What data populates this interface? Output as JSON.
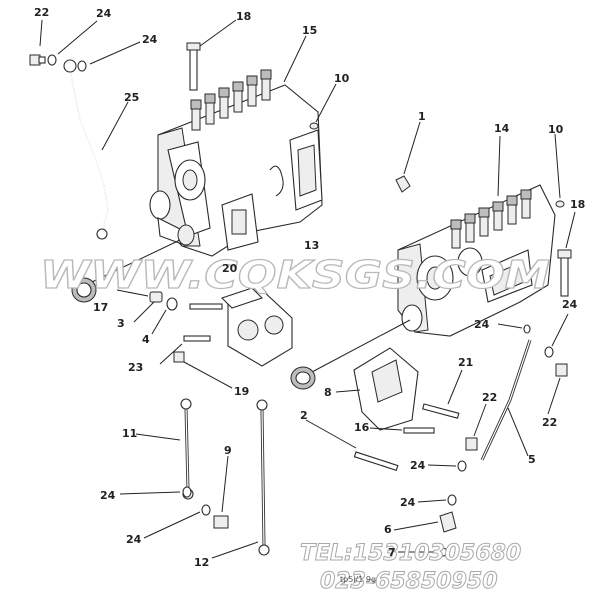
{
  "labels": [
    {
      "id": "p22a",
      "text": "22"
    },
    {
      "id": "p24a",
      "text": "24"
    },
    {
      "id": "p24b",
      "text": "24"
    },
    {
      "id": "p25",
      "text": "25"
    },
    {
      "id": "p18a",
      "text": "18"
    },
    {
      "id": "p15",
      "text": "15"
    },
    {
      "id": "p10a",
      "text": "10"
    },
    {
      "id": "p1",
      "text": "1"
    },
    {
      "id": "p14",
      "text": "14"
    },
    {
      "id": "p10b",
      "text": "10"
    },
    {
      "id": "p18b",
      "text": "18"
    },
    {
      "id": "p13",
      "text": "13"
    },
    {
      "id": "p20",
      "text": "20"
    },
    {
      "id": "p17",
      "text": "17"
    },
    {
      "id": "p3",
      "text": "3"
    },
    {
      "id": "p4",
      "text": "4"
    },
    {
      "id": "p23",
      "text": "23"
    },
    {
      "id": "p19",
      "text": "19"
    },
    {
      "id": "p24c",
      "text": "24"
    },
    {
      "id": "p24d",
      "text": "24"
    },
    {
      "id": "p8",
      "text": "8"
    },
    {
      "id": "p21",
      "text": "21"
    },
    {
      "id": "p22b",
      "text": "22"
    },
    {
      "id": "p22c",
      "text": "22"
    },
    {
      "id": "p2",
      "text": "2"
    },
    {
      "id": "p16",
      "text": "16"
    },
    {
      "id": "p5",
      "text": "5"
    },
    {
      "id": "p24e",
      "text": "24"
    },
    {
      "id": "p24f",
      "text": "24"
    },
    {
      "id": "p6",
      "text": "6"
    },
    {
      "id": "p7",
      "text": "7"
    },
    {
      "id": "p11",
      "text": "11"
    },
    {
      "id": "p9",
      "text": "9"
    },
    {
      "id": "p24g",
      "text": "24"
    },
    {
      "id": "p24h",
      "text": "24"
    },
    {
      "id": "p12",
      "text": "12"
    }
  ],
  "watermark": {
    "site": "WWW.CQKSGS.COM",
    "tel": "TEL:15310305680",
    "phone": "023-65850950"
  },
  "figure_code": "tp5j/1 9g"
}
